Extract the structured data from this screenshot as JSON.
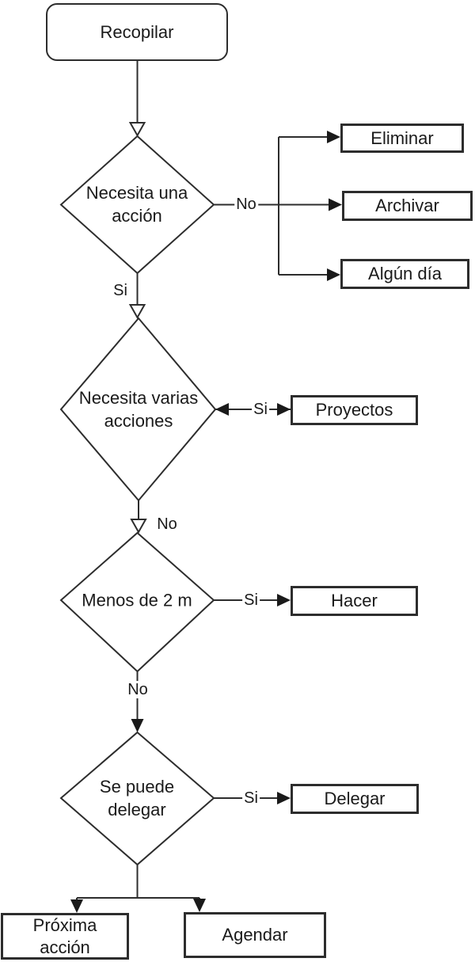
{
  "colors": {
    "background": "#ffffff",
    "stroke": "#2d2d2d",
    "text": "#1a1a1a"
  },
  "nodes": {
    "recopilar": {
      "label": "Recopilar"
    },
    "necesita_accion": {
      "line1": "Necesita una",
      "line2": "acción"
    },
    "eliminar": {
      "label": "Eliminar"
    },
    "archivar": {
      "label": "Archivar"
    },
    "algun_dia": {
      "label": "Algún día"
    },
    "necesita_varias": {
      "line1": "Necesita varias",
      "line2": "acciones"
    },
    "proyectos": {
      "label": "Proyectos"
    },
    "menos_de_2m": {
      "label": "Menos de 2 m"
    },
    "hacer": {
      "label": "Hacer"
    },
    "se_puede_delegar": {
      "line1": "Se puede",
      "line2": "delegar"
    },
    "delegar": {
      "label": "Delegar"
    },
    "proxima_accion": {
      "line1": "Próxima",
      "line2": "acción"
    },
    "agendar": {
      "label": "Agendar"
    }
  },
  "edge_labels": {
    "no_accion": "No",
    "si_accion": "Si",
    "si_varias": "Si",
    "no_varias": "No",
    "si_menos2m": "Si",
    "no_menos2m": "No",
    "si_delegar": "Si"
  }
}
